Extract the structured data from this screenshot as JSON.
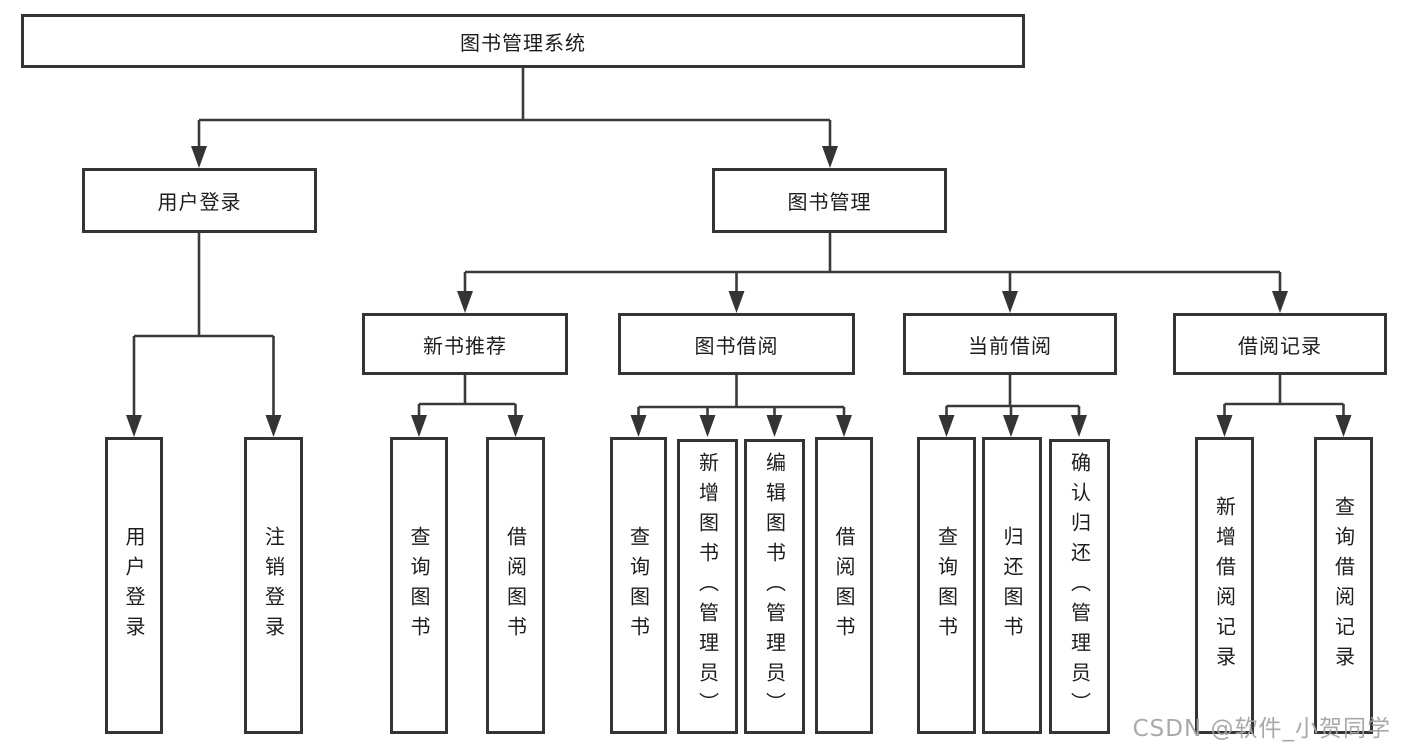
{
  "diagram_type": "functional-structure-tree",
  "colors": {
    "background": "#ffffff",
    "line": "#3a3a3a",
    "box_border": "#343434",
    "box_fill": "#ffffff",
    "text": "#1d1d1f",
    "watermark": "#a4a4a8"
  },
  "nodes": {
    "root": {
      "label": "图书管理系统"
    },
    "user_login": {
      "label": "用户登录"
    },
    "book_mgmt": {
      "label": "图书管理"
    },
    "new_book_rec": {
      "label": "新书推荐"
    },
    "book_borrow": {
      "label": "图书借阅"
    },
    "current_borrow": {
      "label": "当前借阅"
    },
    "borrow_record": {
      "label": "借阅记录"
    },
    "leaf_user_login": {
      "label": "用户登录"
    },
    "leaf_logout": {
      "label": "注销登录"
    },
    "leaf_rec_query": {
      "label": "查询图书"
    },
    "leaf_rec_borrow": {
      "label": "借阅图书"
    },
    "leaf_bb_query": {
      "label": "查询图书"
    },
    "leaf_bb_add": {
      "label": "新增图书（管理员）"
    },
    "leaf_bb_edit": {
      "label": "编辑图书（管理员）"
    },
    "leaf_bb_borrow": {
      "label": "借阅图书"
    },
    "leaf_cb_query": {
      "label": "查询图书"
    },
    "leaf_cb_return": {
      "label": "归还图书"
    },
    "leaf_cb_confirm": {
      "label": "确认归还（管理员）"
    },
    "leaf_br_add": {
      "label": "新增借阅记录"
    },
    "leaf_br_query": {
      "label": "查询借阅记录"
    }
  },
  "watermark": {
    "text": "CSDN @软件_小贺同学"
  }
}
